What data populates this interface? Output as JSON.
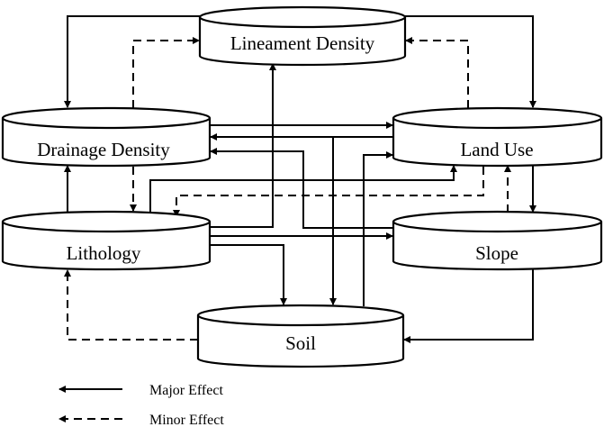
{
  "nodes": {
    "lineament": "Lineament Density",
    "drainage": "Drainage Density",
    "landuse": "Land Use",
    "lithology": "Lithology",
    "slope": "Slope",
    "soil": "Soil"
  },
  "legend": {
    "major": "Major Effect",
    "minor": "Minor Effect"
  },
  "colors": {
    "line": "#000000",
    "background": "#ffffff"
  }
}
